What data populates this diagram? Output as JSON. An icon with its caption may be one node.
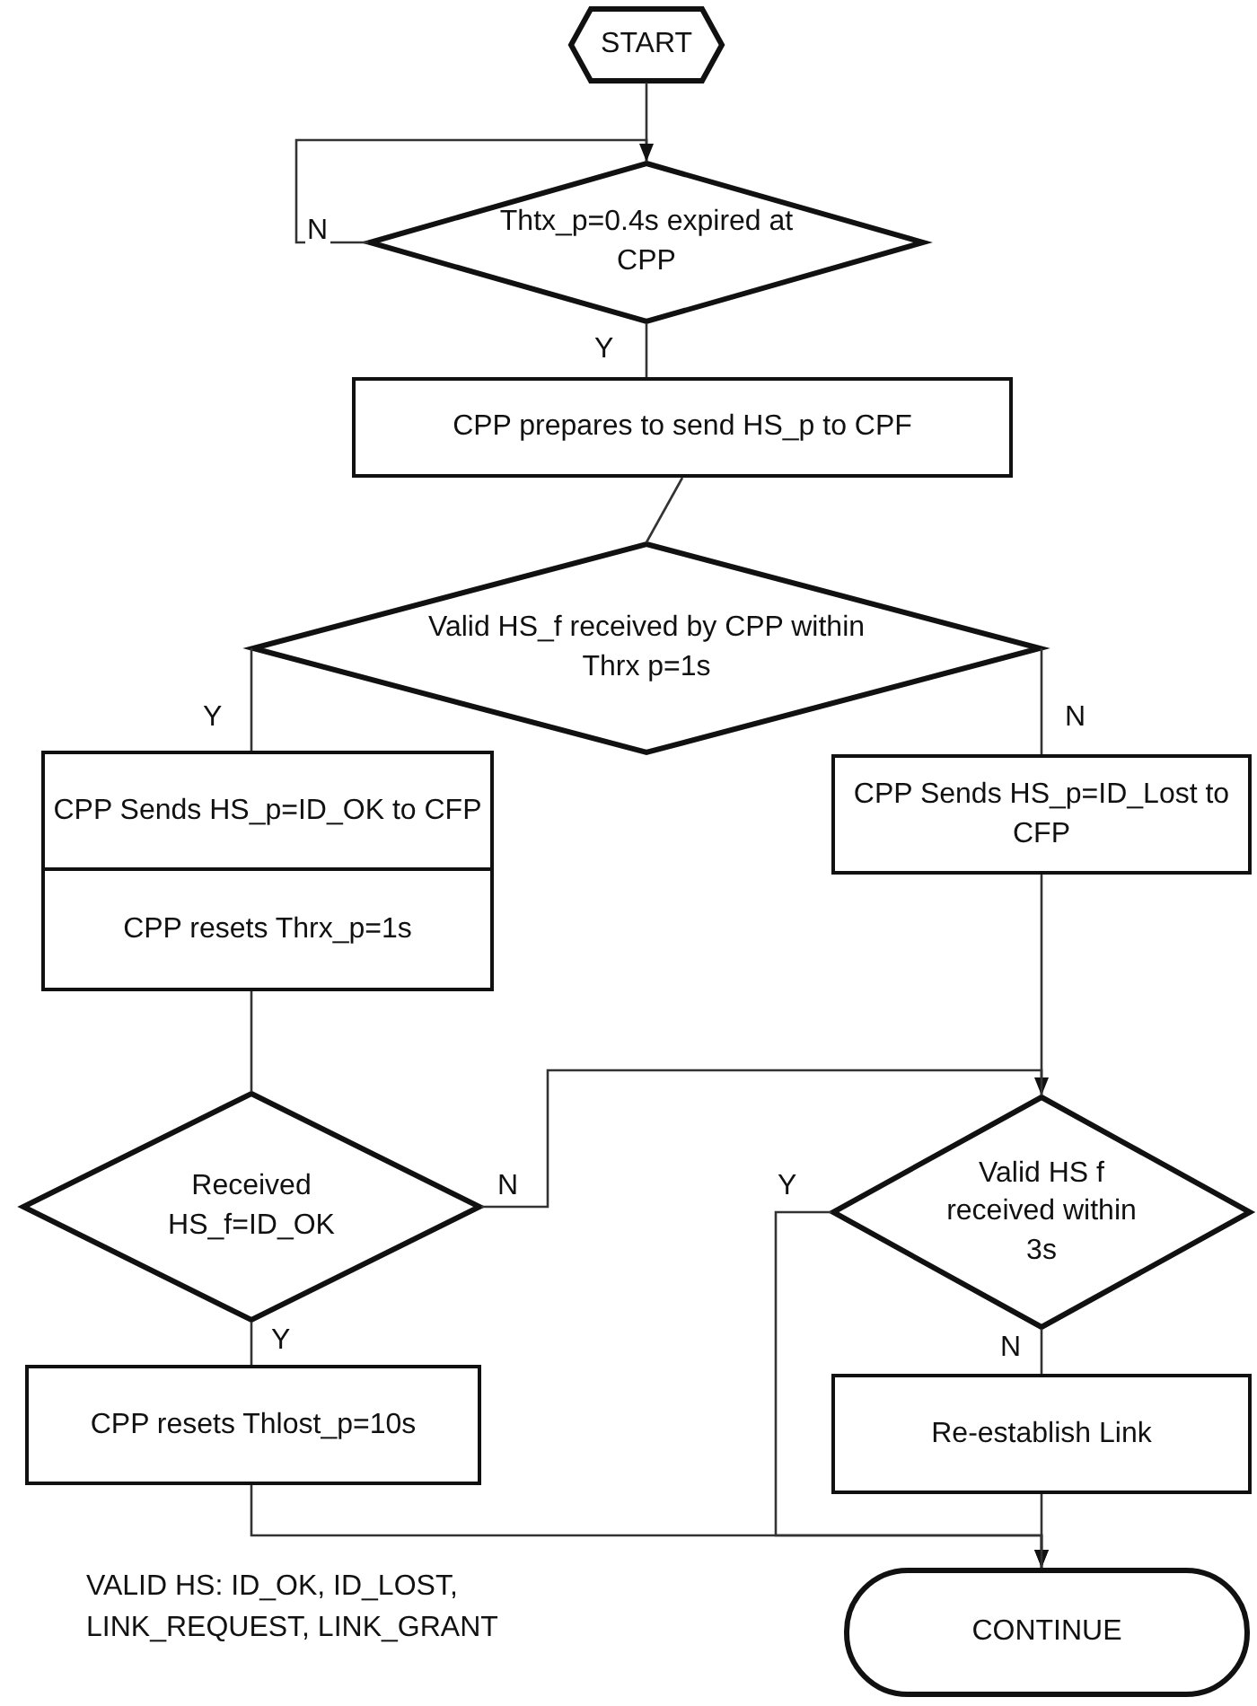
{
  "diagram": {
    "nodes": [
      {
        "text": [
          "START"
        ]
      },
      {
        "text": [
          "Thtx_p=0.4s expired at CPP"
        ]
      },
      {
        "text": [
          "CPP prepares to send HS_p to CPF"
        ]
      },
      {
        "text": [
          "Valid HS_f received by CPP within Thrx p=1s"
        ]
      },
      {
        "text": [
          "CPP Sends HS_p=ID_OK to CFP"
        ]
      },
      {
        "text": [
          "CPP resets Thrx_p=1s"
        ]
      },
      {
        "text": [
          "CPP Sends HS_p=ID_Lost to CFP"
        ]
      },
      {
        "text": [
          "Received HS_f=ID_OK"
        ]
      },
      {
        "text": [
          "CPP resets Thlost_p=10s"
        ]
      },
      {
        "text": [
          "Valid HS f received within 3s"
        ]
      },
      {
        "text": [
          "Re-establish Link"
        ]
      },
      {
        "text": [
          "CONTINUE"
        ]
      }
    ],
    "edges": [
      {
        "from": 0,
        "to": 1,
        "arrow": "none"
      },
      {
        "from": 1,
        "to": 1,
        "arrow": "to",
        "label": "N"
      },
      {
        "from": 1,
        "to": 2,
        "arrow": "none",
        "label": "Y"
      },
      {
        "from": 2,
        "to": 3,
        "arrow": "none"
      },
      {
        "from": 3,
        "to": 4,
        "arrow": "none",
        "label": "Y"
      },
      {
        "from": 3,
        "to": 6,
        "arrow": "none",
        "label": "N"
      },
      {
        "from": 5,
        "to": 7,
        "arrow": "none"
      },
      {
        "from": 7,
        "to": 9,
        "arrow": "to",
        "label": "N"
      },
      {
        "from": 6,
        "to": 9,
        "arrow": "none"
      },
      {
        "from": 7,
        "to": 8,
        "arrow": "none",
        "label": "Y"
      },
      {
        "from": 9,
        "to": 10,
        "arrow": "none",
        "label": "N"
      },
      {
        "from": 9,
        "to": 11,
        "arrow": "to",
        "label": "Y"
      },
      {
        "from": 8,
        "to": 11,
        "arrow": "to"
      },
      {
        "from": 10,
        "to": 11,
        "arrow": "none"
      }
    ],
    "labels": [
      "VALID HS: ID_OK, ID_LOST, LINK_REQUEST, LINK_GRANT"
    ]
  }
}
